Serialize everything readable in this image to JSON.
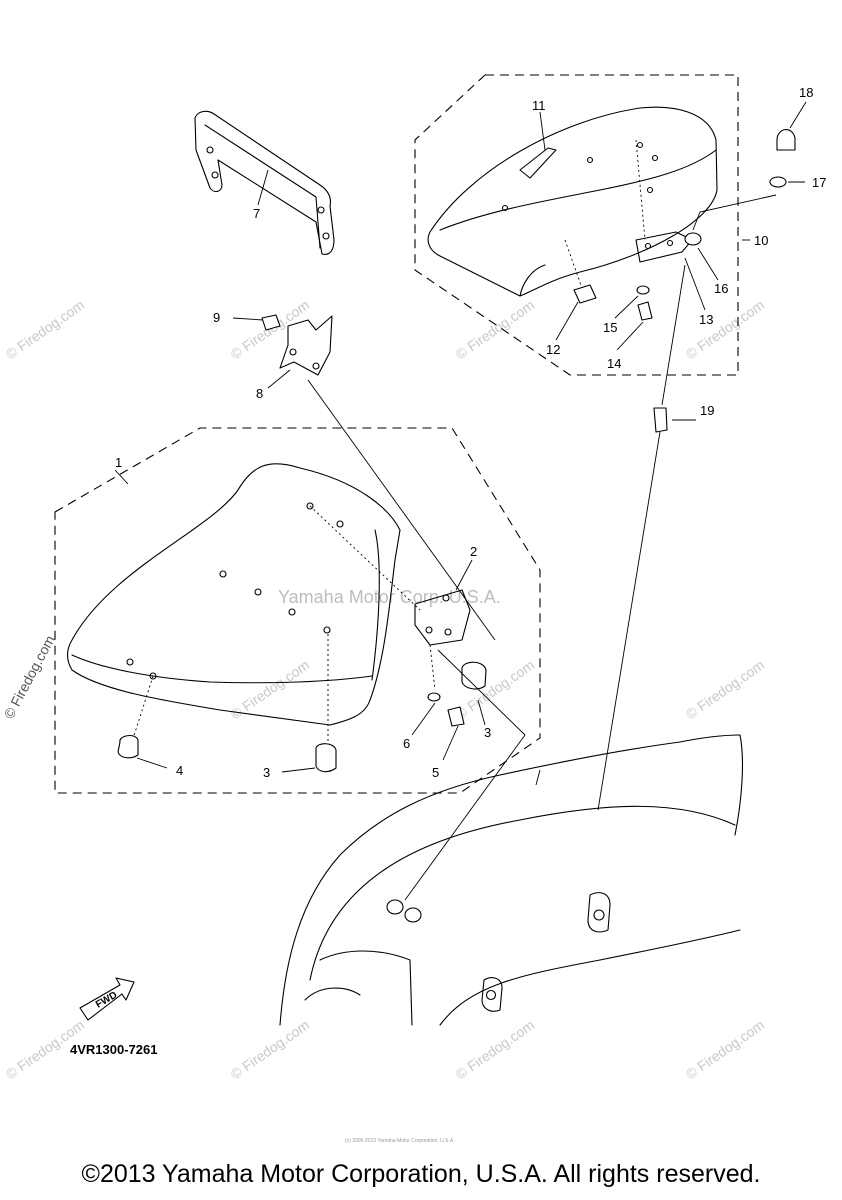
{
  "diagram": {
    "callouts": [
      "1",
      "2",
      "3",
      "3",
      "4",
      "5",
      "6",
      "7",
      "8",
      "9",
      "10",
      "11",
      "12",
      "13",
      "14",
      "15",
      "16",
      "17",
      "18",
      "19"
    ],
    "diagram_code": "4VR1300-7261",
    "fwd_label": "FWD",
    "watermark_center": "Yamaha Motor Corp. U.S.A.",
    "watermark_site": "© Firedog.com",
    "fine_print": "(c) 2005-2013 Yamaha Motor Corporation, U.S.A.",
    "copyright": "©2013 Yamaha Motor Corporation, U.S.A. All rights reserved."
  }
}
